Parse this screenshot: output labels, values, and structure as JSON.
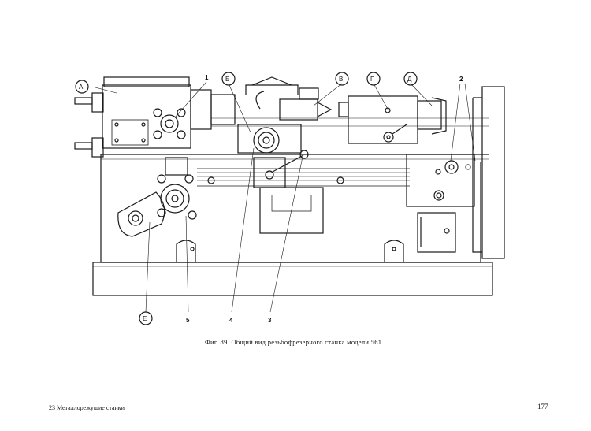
{
  "letter_labels": [
    "А",
    "Б",
    "В",
    "Г",
    "Д",
    "Е"
  ],
  "number_labels": [
    "1",
    "2",
    "3",
    "4",
    "5"
  ],
  "caption": "Фиг. 89. Общий вид резьбофрезерного станка модели 561.",
  "footer": {
    "left": "23 Металлорежущие станки",
    "page_number": "177"
  }
}
